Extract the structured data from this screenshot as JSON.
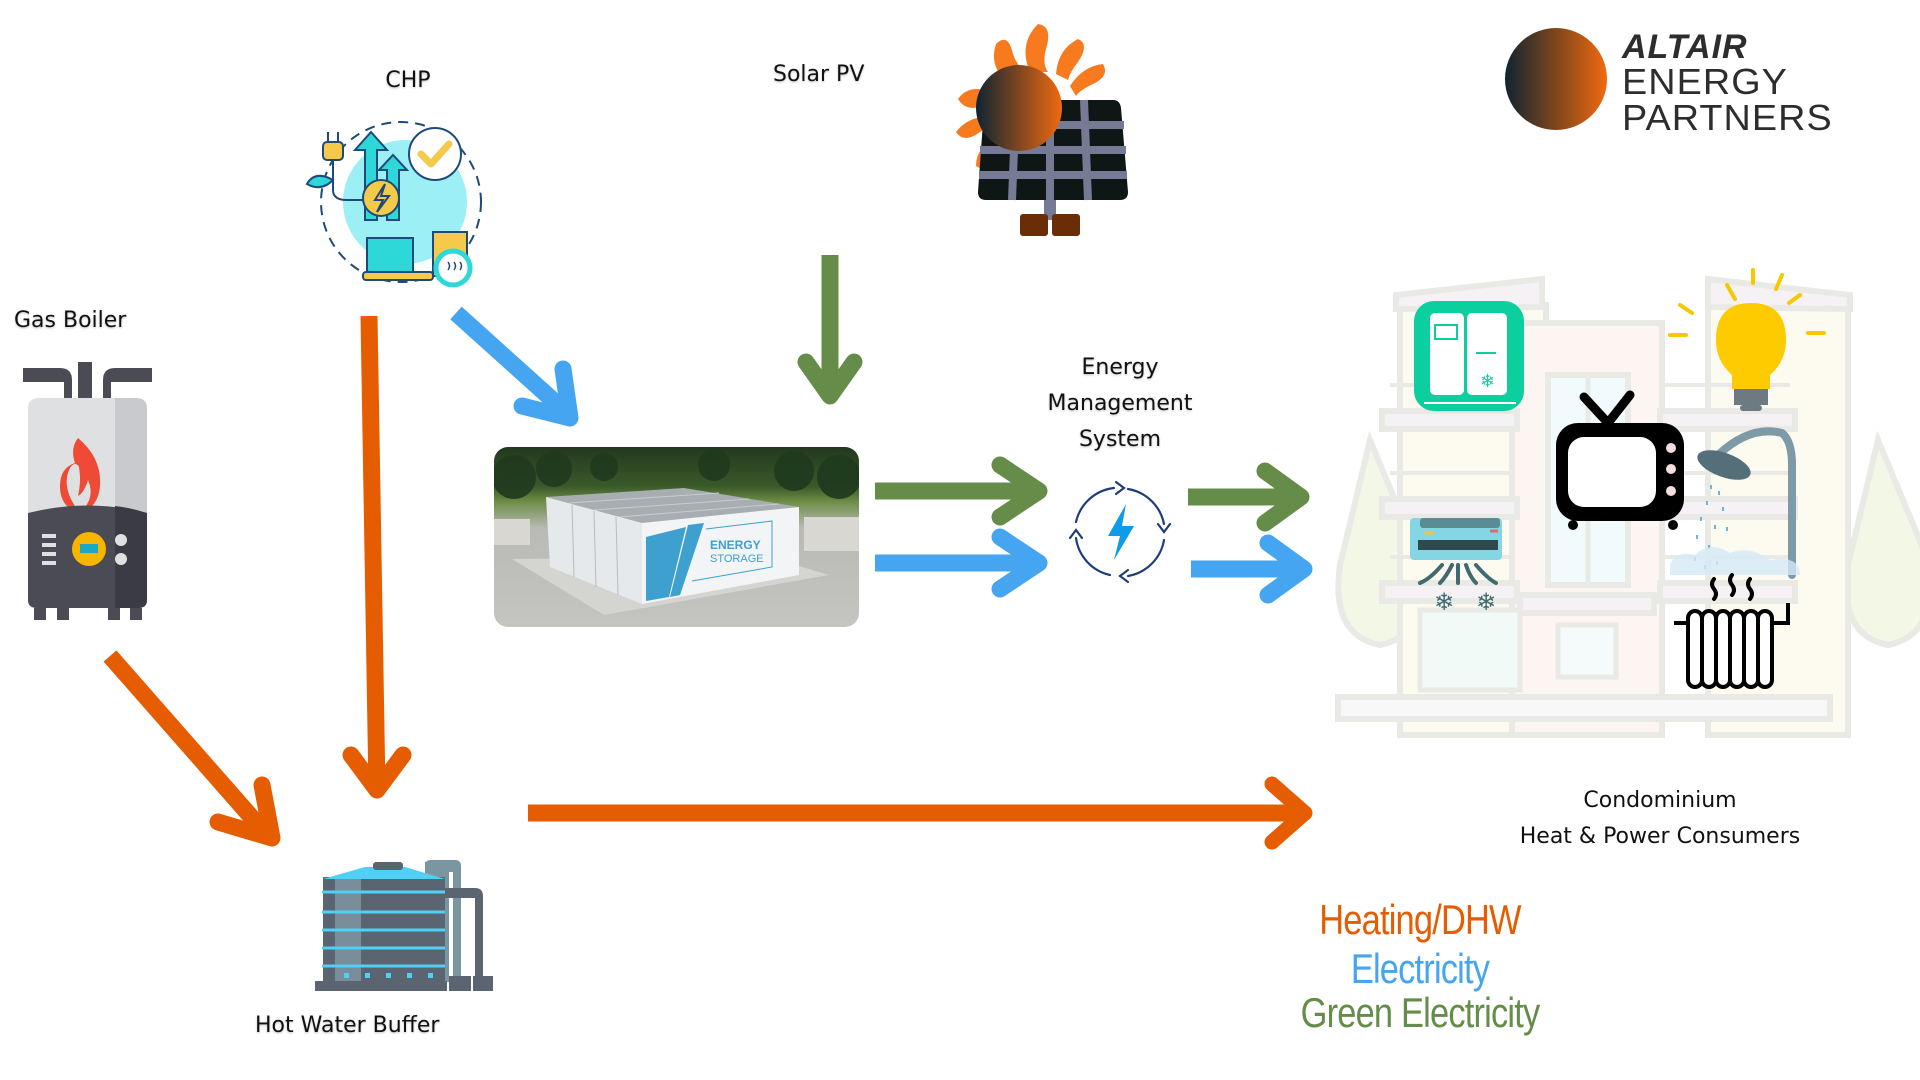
{
  "brand": {
    "line1": "ALTAIR",
    "line2": "ENERGY",
    "line3": "PARTNERS",
    "gradient_from": "#0f2430",
    "gradient_to": "#f06a10"
  },
  "nodes": {
    "chp": {
      "label": "CHP",
      "icon": "chp-cogeneration-icon"
    },
    "solar": {
      "label": "Solar PV",
      "icon": "solar-panel-icon"
    },
    "boiler": {
      "label": "Gas Boiler",
      "icon": "gas-boiler-icon"
    },
    "storage": {
      "label": "ENERGY",
      "sublabel": "STORAGE",
      "icon": "battery-storage-photo"
    },
    "ems": {
      "line1": "Energy",
      "line2": "Management",
      "line3": "System",
      "icon": "energy-cycle-icon"
    },
    "buffer": {
      "label": "Hot Water Buffer",
      "icon": "water-tank-icon"
    },
    "consumers": {
      "line1": "Condominium",
      "line2": "Heat & Power Consumers",
      "appliances": [
        "fridge-icon",
        "tv-icon",
        "lightbulb-icon",
        "air-conditioner-icon",
        "shower-icon",
        "radiator-icon"
      ]
    }
  },
  "legend": {
    "items": [
      {
        "label": "Heating/DHW",
        "color": "#e65c00"
      },
      {
        "label": "Electricity",
        "color": "#45a5f0"
      },
      {
        "label": "Green Electricity",
        "color": "#668c4a"
      }
    ]
  },
  "flows": [
    {
      "from": "Gas Boiler",
      "to": "Hot Water Buffer",
      "type": "Heating/DHW"
    },
    {
      "from": "CHP",
      "to": "Hot Water Buffer",
      "type": "Heating/DHW"
    },
    {
      "from": "CHP",
      "to": "Energy Storage",
      "type": "Electricity"
    },
    {
      "from": "Solar PV",
      "to": "Energy Storage",
      "type": "Green Electricity"
    },
    {
      "from": "Energy Storage",
      "to": "Energy Management System",
      "type": "Green Electricity"
    },
    {
      "from": "Energy Storage",
      "to": "Energy Management System",
      "type": "Electricity"
    },
    {
      "from": "Energy Management System",
      "to": "Condominium",
      "type": "Green Electricity"
    },
    {
      "from": "Energy Management System",
      "to": "Condominium",
      "type": "Electricity"
    },
    {
      "from": "Hot Water Buffer",
      "to": "Condominium",
      "type": "Heating/DHW"
    }
  ]
}
